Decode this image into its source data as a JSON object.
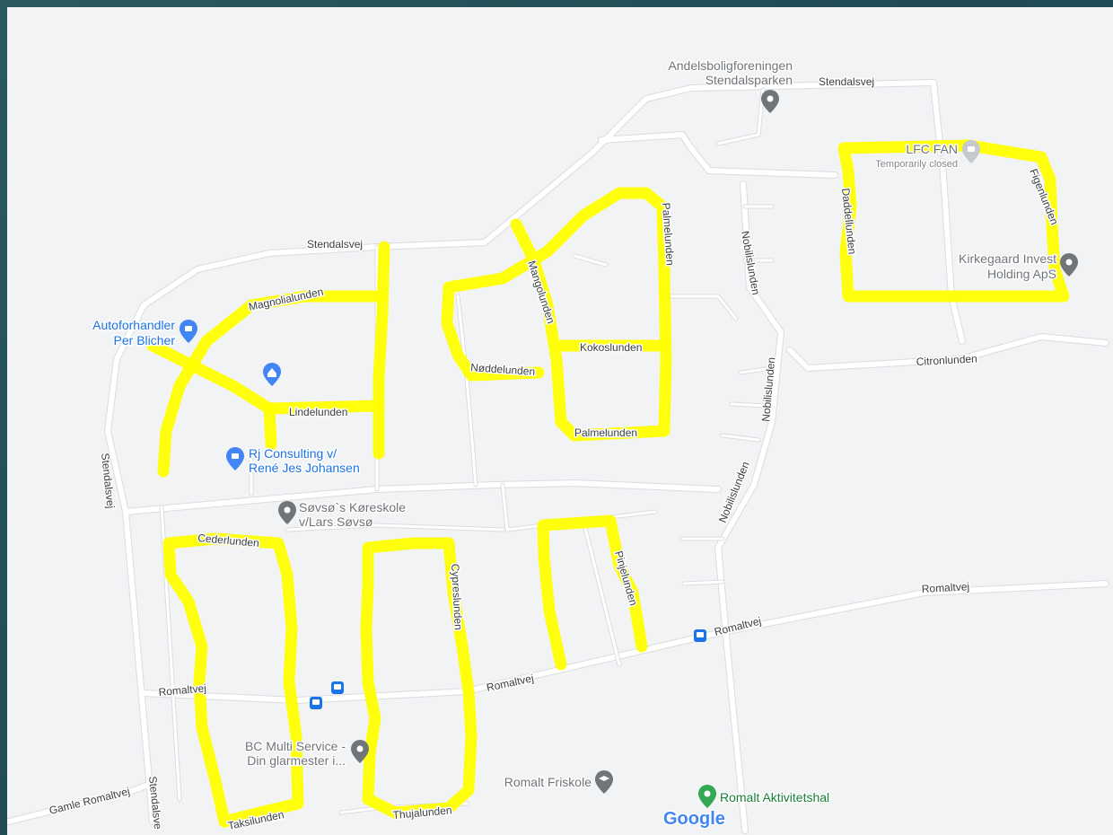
{
  "map": {
    "streets": {
      "stendalsvej_top": "Stendalsvej",
      "stendalsvej_mid": "Stendalsvej",
      "stendalsvej_left": "Stendalsvej",
      "stendalsvej_bottom": "Stendalsve",
      "magnolialunden": "Magnolialunden",
      "lindelunden": "Lindelunden",
      "mangolunden": "Mangolunden",
      "noddelunden": "Nøddelunden",
      "kokoslunden": "Kokoslunden",
      "palmelunden_top": "Palmelunden",
      "palmelunden_bottom": "Palmelunden",
      "nobilislunden_1": "Nobilislunden",
      "nobilislunden_2": "Nobilislunden",
      "nobilislunden_3": "Nobilislunden",
      "daddellunden": "Daddellunden",
      "figenlunden": "Figenlunden",
      "citronlunden": "Citronlunden",
      "cederlunden": "Cederlunden",
      "cypreslunden": "Cypreslunden",
      "pinjelunden": "Pinjelunden",
      "taksilunden": "Taksilunden",
      "thujalunden": "Thujalunden",
      "romaltvej_1": "Romaltvej",
      "romaltvej_2": "Romaltvej",
      "romaltvej_3": "Romaltvej",
      "romaltvej_4": "Romaltvej",
      "gamle_romaltvej": "Gamle Romaltvej"
    },
    "places": {
      "andelsbolig_line1": "Andelsboligforeningen",
      "andelsbolig_line2": "Stendalsparken",
      "lfc_fan": "LFC FAN",
      "lfc_status": "Temporarily closed",
      "kirkegaard_line1": "Kirkegaard Invest",
      "kirkegaard_line2": "Holding ApS",
      "autoforhandler_line1": "Autoforhandler",
      "autoforhandler_line2": "Per Blicher",
      "rj_line1": "Rj Consulting v/",
      "rj_line2": "René Jes Johansen",
      "sovso_line1": "Søvsø`s Køreskole",
      "sovso_line2": "v/Lars Søvsø",
      "bc_line1": "BC Multi Service -",
      "bc_line2": "Din glarmester i...",
      "friskole": "Romalt Friskole",
      "aktivitetshal": "Romalt Aktivitetshal"
    },
    "logo": "Google",
    "colors": {
      "highlight": "#ffff00",
      "background": "#f1f3f4",
      "road": "#ffffff",
      "poi_blue": "#1a73e8",
      "poi_grey": "#70757a",
      "poi_green": "#34a853",
      "transit": "#1a73e8"
    },
    "icons": {
      "grey_pin": "map-pin-icon",
      "shopping_pin": "shopping-bag-pin-icon",
      "home_pin": "home-pin-icon",
      "school_pin": "school-pin-icon",
      "green_pin": "green-pin-icon",
      "bus_stop": "bus-stop-icon"
    }
  }
}
